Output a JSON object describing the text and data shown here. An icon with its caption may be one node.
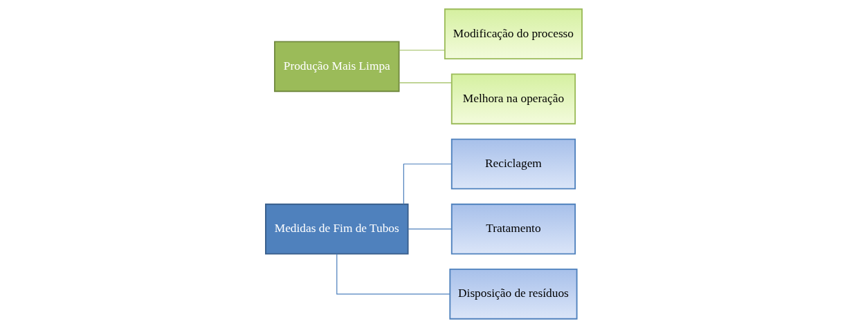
{
  "diagram": {
    "nodes": [
      {
        "text": [
          "Medidas de Fim de Tubos"
        ]
      },
      {
        "text": [
          "Reciclagem"
        ]
      },
      {
        "text": [
          "Tratamento"
        ]
      },
      {
        "text": [
          "Disposição de resíduos"
        ]
      },
      {
        "text": [
          "Produção Mais Limpa"
        ]
      },
      {
        "text": [
          "Modificação do processo"
        ]
      },
      {
        "text": [
          "Melhora na operação"
        ]
      }
    ],
    "edges": [
      {
        "from": 0,
        "to": 1,
        "arrow": "none"
      },
      {
        "from": 0,
        "to": 2,
        "arrow": "none"
      },
      {
        "from": 0,
        "to": 3,
        "arrow": "none"
      },
      {
        "from": 4,
        "to": 5,
        "arrow": "none",
        "color": "#9bbb59"
      },
      {
        "from": 4,
        "to": 6,
        "arrow": "none",
        "color": "#9bbb59"
      }
    ]
  }
}
